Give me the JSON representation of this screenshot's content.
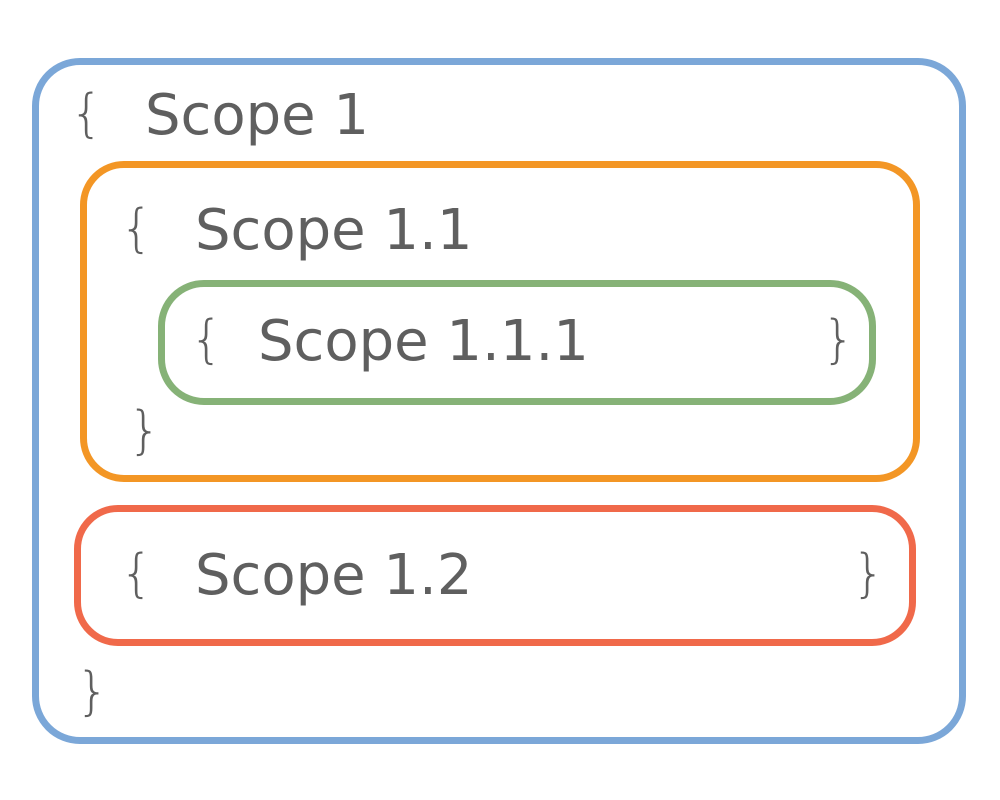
{
  "colors": {
    "scope_1": "#7ba7d8",
    "scope_1_1": "#f39625",
    "scope_1_1_1": "#86b277",
    "scope_1_2": "#f0694a",
    "text": "#5f5f5f"
  },
  "braces": {
    "open": "{",
    "close": "}"
  },
  "scopes": {
    "scope_1": {
      "label": "Scope 1"
    },
    "scope_1_1": {
      "label": "Scope 1.1"
    },
    "scope_1_1_1": {
      "label": "Scope 1.1.1"
    },
    "scope_1_2": {
      "label": "Scope 1.2"
    }
  }
}
